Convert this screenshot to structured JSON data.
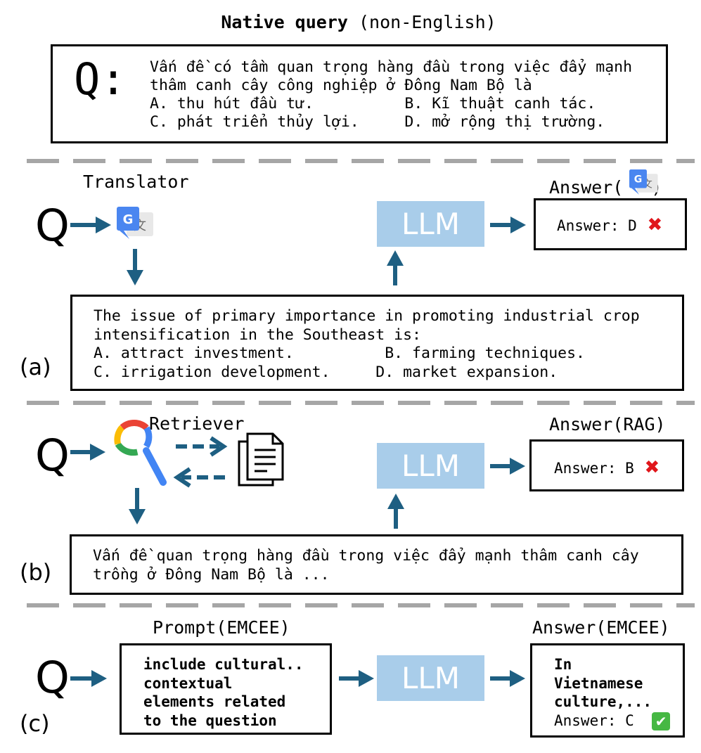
{
  "header": {
    "title_bold": "Native query",
    "title_rest": " (non-English)"
  },
  "native": {
    "q": "Q:",
    "lines": [
      "Vấn đề có tầm quan trọng hàng đầu trong việc đẩy mạnh",
      "thâm canh cây công nghiệp ở Đông Nam Bộ là",
      "A. thu hút đầu tư.          B. Kĩ thuật canh tác.",
      "C. phát triển thủy lợi.     D. mở rộng thị trường."
    ]
  },
  "a": {
    "panel_label": "(a)",
    "q": "Q",
    "translator_label": "Translator",
    "llm": "LLM",
    "answer_title_prefix": "Answer(",
    "answer_title_suffix": ")",
    "answer_text": "Answer: D",
    "answer_mark": "✖",
    "translated_lines": [
      "The issue of primary importance in promoting industrial crop",
      "intensification in the Southeast is:",
      "A. attract investment.          B. farming techniques.",
      "C. irrigation development.     D. market expansion."
    ]
  },
  "b": {
    "panel_label": "(b)",
    "q": "Q",
    "retriever_label": "Retriever",
    "llm": "LLM",
    "answer_title": "Answer(RAG)",
    "answer_text": "Answer: B",
    "answer_mark": "✖",
    "retrieved_lines": [
      "Vấn đề quan trọng hàng đầu trong việc đẩy mạnh thâm canh cây",
      "trồng ở Đông Nam Bộ là ..."
    ]
  },
  "c": {
    "panel_label": "(c)",
    "q": "Q",
    "prompt_label": "Prompt(EMCEE)",
    "prompt_lines": [
      "include cultural..",
      "contextual",
      "elements related",
      "to the question"
    ],
    "llm": "LLM",
    "answer_title": "Answer(EMCEE)",
    "answer_lines": [
      "In",
      "Vietnamese",
      "culture,..."
    ],
    "answer_text": "Answer: C",
    "answer_mark": "✔"
  },
  "colors": {
    "arrow": "#1e5f82",
    "llm_fill": "#a9cdea",
    "divider": "#a6a6a6",
    "cross": "#e0161b",
    "check": "#46b843"
  }
}
